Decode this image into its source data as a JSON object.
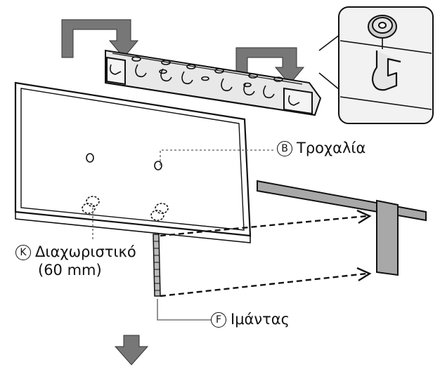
{
  "labels": {
    "pulley": {
      "letter": "B",
      "text": "Τροχαλία"
    },
    "spacer": {
      "letter": "K",
      "text": "Διαχωριστικό",
      "detail": "(60 mm)"
    },
    "strap": {
      "letter": "F",
      "text": "Ιμάντας"
    }
  },
  "colors": {
    "line": "#111111",
    "arrow_fill": "#777777",
    "bracket_fill": "#e6e6e6",
    "stand_fill": "#a8a8a8",
    "inset_fill": "#f2f2f2"
  },
  "icons": [
    "pulley-icon",
    "hook-icon",
    "down-arrow-icon"
  ]
}
